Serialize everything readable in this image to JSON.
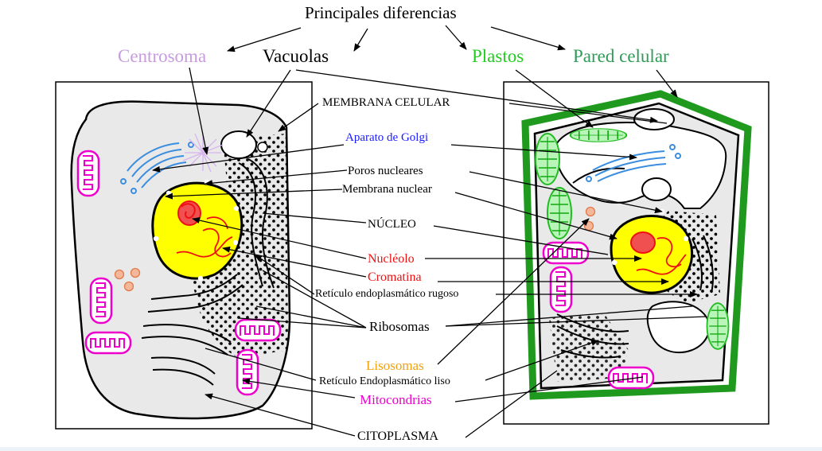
{
  "title": "Principales diferencias",
  "headings": {
    "centrosoma": "Centrosoma",
    "vacuolas": "Vacuolas",
    "plastos": "Plastos",
    "pared_celular": "Pared celular"
  },
  "labels": {
    "membrana_celular": "MEMBRANA CELULAR",
    "aparato_golgi": "Aparato de Golgi",
    "poros_nucleares": "Poros nucleares",
    "membrana_nuclear": "Membrana nuclear",
    "nucleo": "NÚCLEO",
    "nucleolo": "Nucléolo",
    "cromatina": "Cromatina",
    "reticulo_rugoso": "Retículo endoplasmático rugoso",
    "ribosomas": "Ribosomas",
    "lisosomas": "Lisosomas",
    "reticulo_liso": "Retículo Endoplasmático liso",
    "mitocondrias": "Mitocondrias",
    "citoplasma": "CITOPLASMA"
  },
  "colors": {
    "centrosoma": "#c89be0",
    "plastos": "#22cc22",
    "pared_celular": "#2e9b57",
    "golgi": "#1a1aff",
    "nucleolo": "#ee1111",
    "cromatina": "#ee1111",
    "lisosomas": "#f2a20c",
    "mitocondrias": "#ee00cc",
    "cell_wall": "#1f9a1f",
    "nucleus_fill": "#ffff00",
    "cytoplasm": "#e9e9e9"
  }
}
